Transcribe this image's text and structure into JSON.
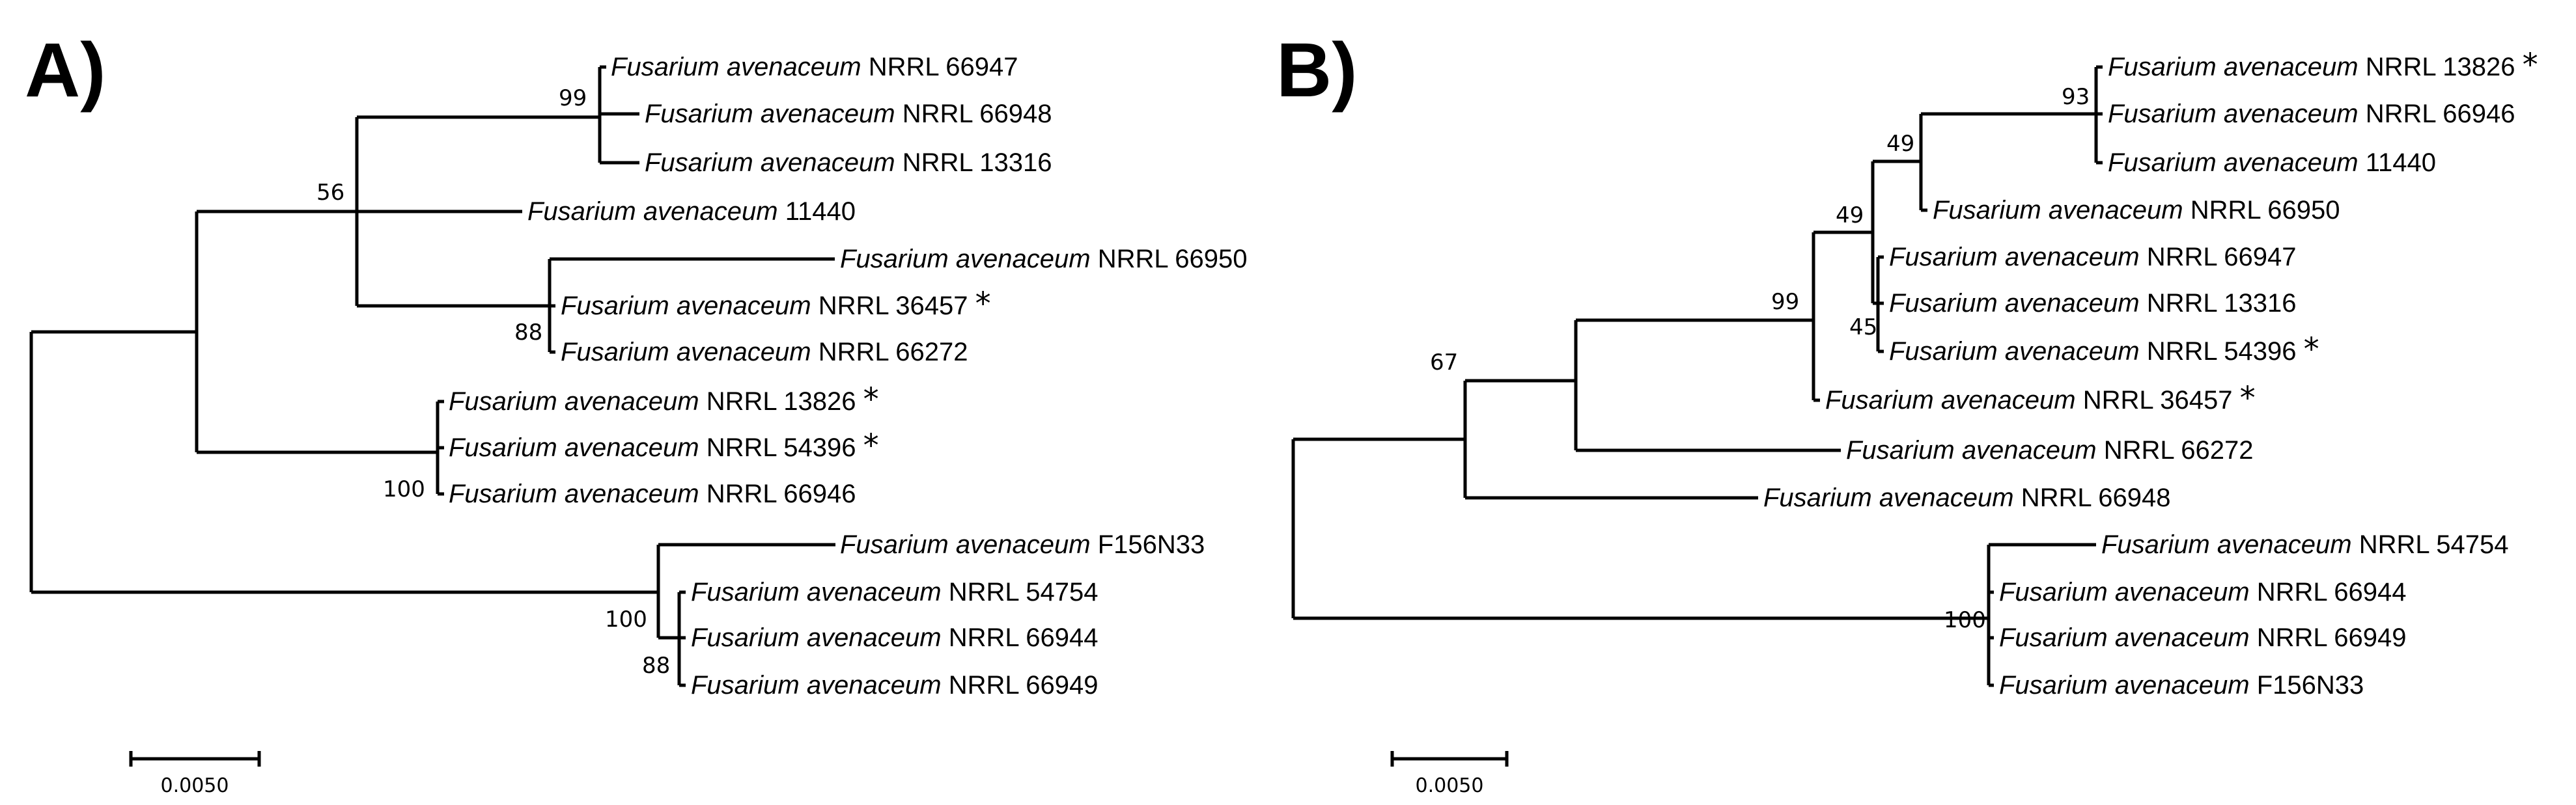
{
  "figure": {
    "panels": [
      {
        "id": "A",
        "label": "A)",
        "scale_label": "0.0050",
        "bootstrap": [
          "99",
          "56",
          "88",
          "100",
          "100",
          "88"
        ],
        "tips": [
          {
            "genus": "Fusarium avenaceum",
            "strain": "NRRL 66947",
            "star": ""
          },
          {
            "genus": "Fusarium avenaceum",
            "strain": "NRRL 66948",
            "star": ""
          },
          {
            "genus": "Fusarium avenaceum",
            "strain": "NRRL 13316",
            "star": ""
          },
          {
            "genus": "Fusarium avenaceum",
            "strain": "11440",
            "star": ""
          },
          {
            "genus": "Fusarium avenaceum",
            "strain": "NRRL 66950",
            "star": ""
          },
          {
            "genus": "Fusarium avenaceum",
            "strain": "NRRL 36457",
            "star": "*"
          },
          {
            "genus": "Fusarium avenaceum",
            "strain": "NRRL 66272",
            "star": ""
          },
          {
            "genus": "Fusarium avenaceum",
            "strain": "NRRL 13826",
            "star": "*"
          },
          {
            "genus": "Fusarium avenaceum",
            "strain": "NRRL 54396",
            "star": "*"
          },
          {
            "genus": "Fusarium avenaceum",
            "strain": "NRRL 66946",
            "star": ""
          },
          {
            "genus": "Fusarium avenaceum",
            "strain": "F156N33",
            "star": ""
          },
          {
            "genus": "Fusarium avenaceum",
            "strain": "NRRL 54754",
            "star": ""
          },
          {
            "genus": "Fusarium avenaceum",
            "strain": "NRRL 66944",
            "star": ""
          },
          {
            "genus": "Fusarium avenaceum",
            "strain": "NRRL 66949",
            "star": ""
          }
        ]
      },
      {
        "id": "B",
        "label": "B)",
        "scale_label": "0.0050",
        "bootstrap": [
          "93",
          "49",
          "49",
          "99",
          "45",
          "67",
          "100"
        ],
        "tips": [
          {
            "genus": "Fusarium avenaceum",
            "strain": "NRRL 13826",
            "star": "*"
          },
          {
            "genus": "Fusarium avenaceum",
            "strain": "NRRL 66946",
            "star": ""
          },
          {
            "genus": "Fusarium avenaceum",
            "strain": "11440",
            "star": ""
          },
          {
            "genus": "Fusarium avenaceum",
            "strain": "NRRL 66950",
            "star": ""
          },
          {
            "genus": "Fusarium avenaceum",
            "strain": "NRRL 66947",
            "star": ""
          },
          {
            "genus": "Fusarium avenaceum",
            "strain": "NRRL 13316",
            "star": ""
          },
          {
            "genus": "Fusarium avenaceum",
            "strain": "NRRL 54396",
            "star": "*"
          },
          {
            "genus": "Fusarium avenaceum",
            "strain": "NRRL 36457",
            "star": "*"
          },
          {
            "genus": "Fusarium avenaceum",
            "strain": "NRRL 66272",
            "star": ""
          },
          {
            "genus": "Fusarium avenaceum",
            "strain": "NRRL 66948",
            "star": ""
          },
          {
            "genus": "Fusarium avenaceum",
            "strain": "NRRL 54754",
            "star": ""
          },
          {
            "genus": "Fusarium avenaceum",
            "strain": "NRRL 66944",
            "star": ""
          },
          {
            "genus": "Fusarium avenaceum",
            "strain": "NRRL 66949",
            "star": ""
          },
          {
            "genus": "Fusarium avenaceum",
            "strain": "F156N33",
            "star": ""
          }
        ]
      }
    ]
  }
}
